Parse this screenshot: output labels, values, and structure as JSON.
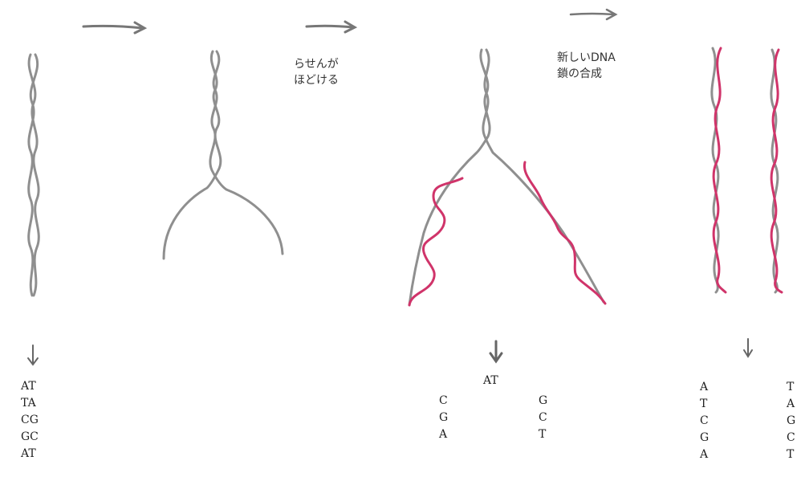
{
  "annotations": {
    "unwind_label": [
      "らせんが",
      "ほどける"
    ],
    "synthesis_label": [
      "新しいDNA",
      "鎖の合成"
    ]
  },
  "sequences": {
    "stage1": [
      "AT",
      "TA",
      "CG",
      "GC",
      "AT"
    ],
    "stage3_top": "AT",
    "stage3_left": [
      "C",
      "G",
      "A"
    ],
    "stage3_right": [
      "G",
      "C",
      "T"
    ],
    "stage4_left": [
      "A",
      "T",
      "C",
      "G",
      "A"
    ],
    "stage4_right": [
      "T",
      "A",
      "G",
      "C",
      "T"
    ]
  },
  "colors": {
    "parent_strand": "#8f8f8f",
    "new_strand": "#d0346a",
    "arrow": "#777777",
    "text": "#222222"
  }
}
